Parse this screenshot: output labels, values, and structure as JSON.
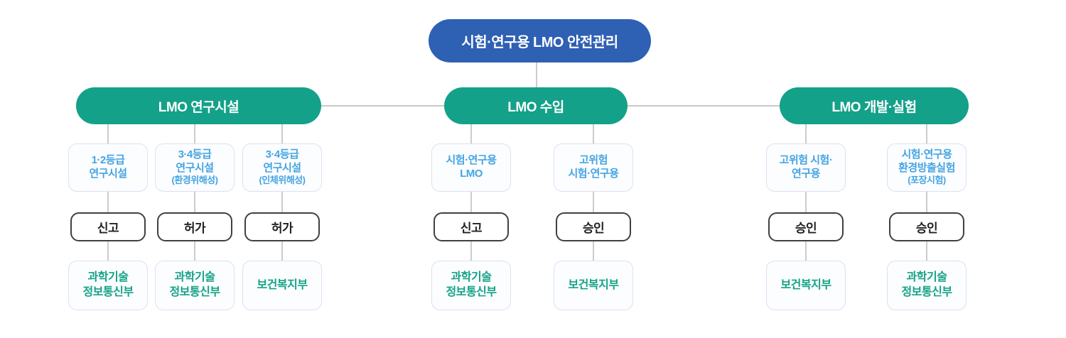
{
  "root": {
    "label": "시험·연구용 LMO 안전관리"
  },
  "colors": {
    "root_pill": "#2e60b4",
    "group_pill": "#14a189",
    "facility_text": "#45a4e2",
    "authority_text": "#15a287",
    "light_box_border": "#dce1f2",
    "action_border": "#404040",
    "connector_line": "#cccccc"
  },
  "groups": [
    {
      "label": "LMO 연구시설",
      "columns": [
        {
          "facility": "1·2등급\n연구시설",
          "procedure": "신고",
          "authority": "과학기술\n정보통신부"
        },
        {
          "facility": "3·4등급\n연구시설",
          "facility_sub": "(환경위해성)",
          "procedure": "허가",
          "authority": "과학기술\n정보통신부"
        },
        {
          "facility": "3·4등급\n연구시설",
          "facility_sub": "(인체위해성)",
          "procedure": "허가",
          "authority": "보건복지부"
        }
      ]
    },
    {
      "label": "LMO 수입",
      "columns": [
        {
          "facility": "시험·연구용\nLMO",
          "procedure": "신고",
          "authority": "과학기술\n정보통신부"
        },
        {
          "facility": "고위험\n시험·연구용",
          "procedure": "승인",
          "authority": "보건복지부"
        }
      ]
    },
    {
      "label": "LMO 개발·실험",
      "columns": [
        {
          "facility": "고위험 시험·\n연구용",
          "procedure": "승인",
          "authority": "보건복지부"
        },
        {
          "facility": "시험·연구용\n환경방출실험",
          "facility_sub": "(포장시험)",
          "procedure": "승인",
          "authority": "과학기술\n정보통신부"
        }
      ]
    }
  ]
}
